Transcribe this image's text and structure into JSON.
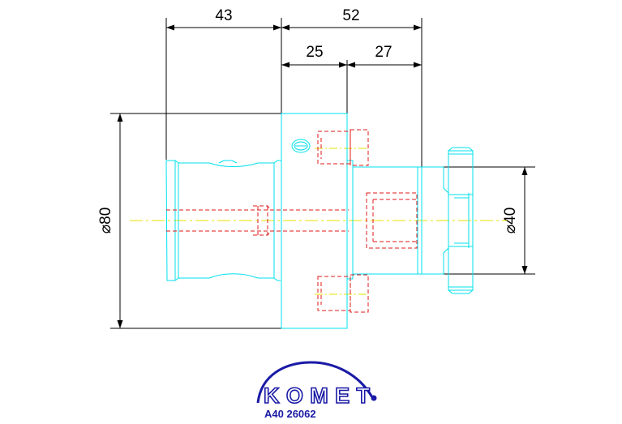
{
  "dimensions": {
    "d43": "43",
    "d52": "52",
    "d25": "25",
    "d27": "27",
    "dia80": "⌀80",
    "dia40": "⌀40"
  },
  "brand": {
    "logo_text": "KOMET",
    "part_code": "A40 26062"
  },
  "colors": {
    "outline": "#00e0ee",
    "hidden_lines": "#e01818",
    "centerline": "#e8e000",
    "dimension": "#000000",
    "logo": "#1a1aa6"
  }
}
